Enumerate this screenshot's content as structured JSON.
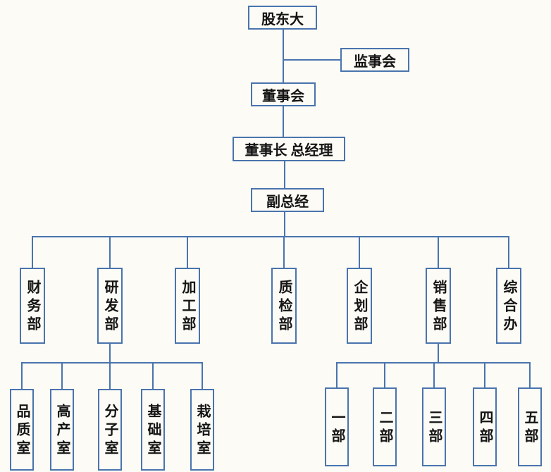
{
  "org": {
    "shareholders": {
      "label": "股东大"
    },
    "supervisory": {
      "label": "监事会"
    },
    "board": {
      "label": "董事会"
    },
    "chairman_gm": {
      "label": "董事长 总经理"
    },
    "deputy_gm": {
      "label": "副总经"
    },
    "departments": [
      {
        "label": "财务部"
      },
      {
        "label": "研发部"
      },
      {
        "label": "加工部"
      },
      {
        "label": "质检部"
      },
      {
        "label": "企划部"
      },
      {
        "label": "销售部"
      },
      {
        "label": "综合办"
      }
    ],
    "rnd_sub": [
      {
        "label": "品质室"
      },
      {
        "label": "高产室"
      },
      {
        "label": "分子室"
      },
      {
        "label": "基础室"
      },
      {
        "label": "栽培室"
      }
    ],
    "sales_sub": [
      {
        "label": "一部"
      },
      {
        "label": "二部"
      },
      {
        "label": "三部"
      },
      {
        "label": "四部"
      },
      {
        "label": "五部"
      }
    ],
    "colors": {
      "line": "#4a74ae",
      "text": "#141414",
      "background": "#fcfbf5"
    }
  }
}
